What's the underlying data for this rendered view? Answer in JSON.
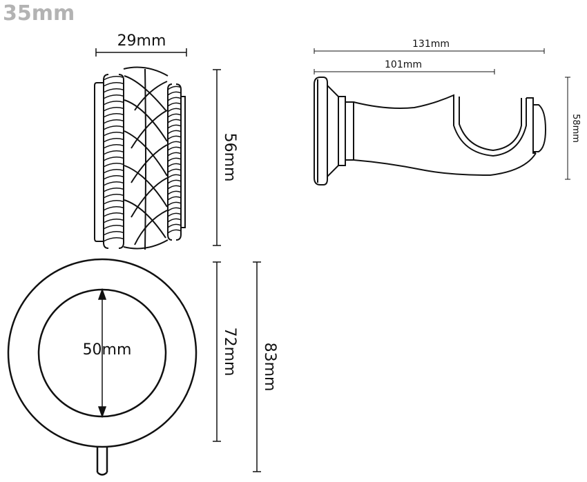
{
  "title": "35mm",
  "dimensions": {
    "ring_width": "29mm",
    "ring_height": "56mm",
    "inner_diameter": "50mm",
    "mid_diameter": "72mm",
    "outer_diameter": "83mm",
    "bracket_total_length": "131mm",
    "bracket_projection": "101mm",
    "bracket_height": "58mm"
  },
  "colors": {
    "line": "#111111",
    "title": "#b3b3b3"
  }
}
